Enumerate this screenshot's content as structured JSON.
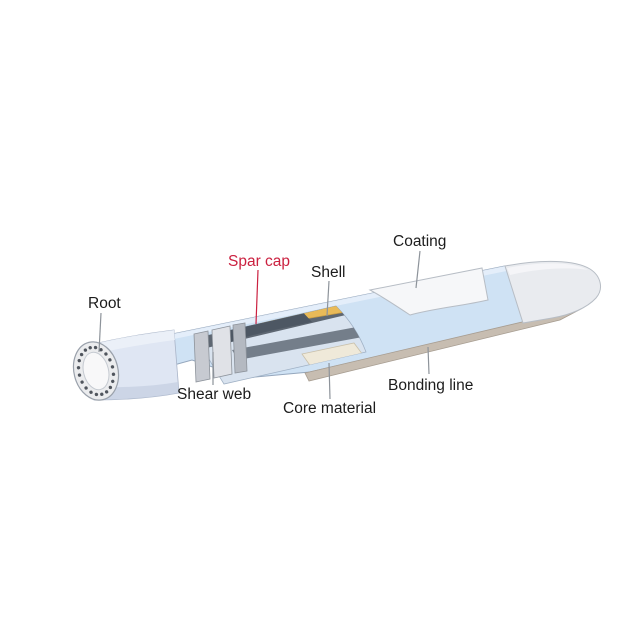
{
  "figure": {
    "description": "Wind turbine rotor blade cutaway diagram",
    "background": "#ffffff"
  },
  "labels": {
    "root": {
      "text": "Root",
      "color": "#1c1c1c"
    },
    "spar_cap": {
      "text": "Spar cap",
      "color": "#cb2140"
    },
    "shell": {
      "text": "Shell",
      "color": "#1c1c1c"
    },
    "coating": {
      "text": "Coating",
      "color": "#1c1c1c"
    },
    "shear_web": {
      "text": "Shear web",
      "color": "#1c1c1c"
    },
    "core_material": {
      "text": "Core material",
      "color": "#1c1c1c"
    },
    "bonding_line": {
      "text": "Bonding line",
      "color": "#1c1c1c"
    }
  },
  "leader": {
    "color": "#8d939a",
    "spar_cap_color": "#cb2140"
  },
  "parts": {
    "shell": {
      "fill": "#cfe2f4"
    },
    "shell_edge_highlight": {
      "fill": "#e8f0fa"
    },
    "coating_patch": {
      "fill": "#f6f7f9"
    },
    "tip_coating": {
      "fill": "#e9ebef"
    },
    "bonding_line": {
      "fill": "#c7bdb1"
    },
    "core_material": {
      "fill": "#efe9d9"
    },
    "spar_cap": {
      "fill": "#4d5763"
    },
    "spar_layer": {
      "fill": "#e9ba58"
    },
    "interior": {
      "fill": "#d9e3ef"
    },
    "interior_wall": {
      "fill": "#5e6772"
    },
    "interior_strip": {
      "fill": "#747e8a"
    },
    "shear_web_front": {
      "fill": "#c7cad1"
    },
    "shear_web_mid": {
      "fill": "#e0e2e7"
    },
    "shear_web_side": {
      "fill": "#b4b9c1"
    },
    "root_body": {
      "fill": "#dfe6f3"
    },
    "root_body_shade": {
      "fill": "#c2cdde"
    },
    "root_flange": {
      "fill": "#ebecee"
    },
    "root_inner": {
      "fill": "#f8f8f9"
    },
    "bolt": {
      "color": "#50555d",
      "count": 20
    }
  }
}
